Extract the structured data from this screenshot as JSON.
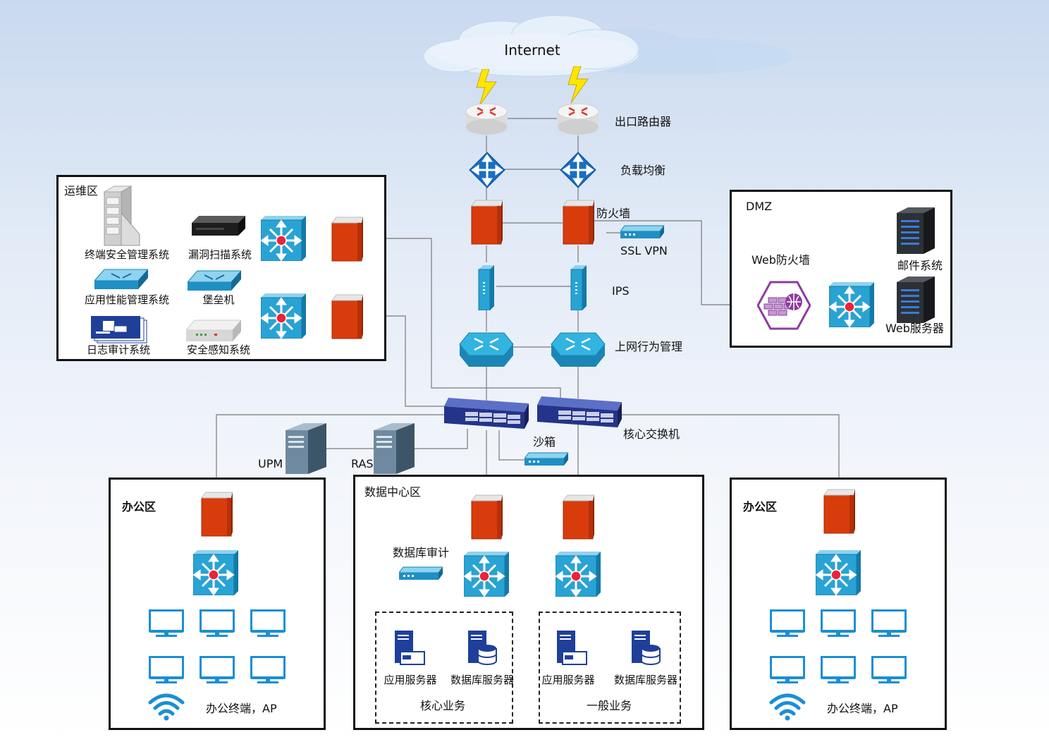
{
  "internet": "Internet",
  "labels": {
    "exit_router": "出口路由器",
    "load_balance": "负载均衡",
    "firewall": "防火墙",
    "ssl_vpn": "SSL VPN",
    "ips": "IPS",
    "behavior_mgmt": "上网行为管理",
    "core_switch": "核心交换机",
    "sandbox": "沙箱",
    "upm": "UPM",
    "ras": "RAS"
  },
  "ops_zone": {
    "title": "运维区",
    "items": [
      "终端安全管理系统",
      "漏洞扫描系统",
      "应用性能管理系统",
      "堡垒机",
      "日志审计系统",
      "安全感知系统"
    ]
  },
  "dmz_zone": {
    "title": "DMZ",
    "web_firewall": "Web防火墙",
    "mail": "邮件系统",
    "web_server": "Web服务器"
  },
  "office_left": {
    "title": "办公区",
    "terminals": "办公终端，AP"
  },
  "office_right": {
    "title": "办公区",
    "terminals": "办公终端，AP"
  },
  "dc_zone": {
    "title": "数据中心区",
    "db_audit": "数据库审计",
    "core_group": {
      "title": "核心业务",
      "app": "应用服务器",
      "db": "数据库服务器"
    },
    "general_group": {
      "title": "一般业务",
      "app": "应用服务器",
      "db": "数据库服务器"
    }
  },
  "colors": {
    "firewall": "#e04a12",
    "switch": "#2aa7d8",
    "monitor": "#1a8fd6",
    "link": "#7a7a7a",
    "dark_blue": "#1f3f9a"
  }
}
